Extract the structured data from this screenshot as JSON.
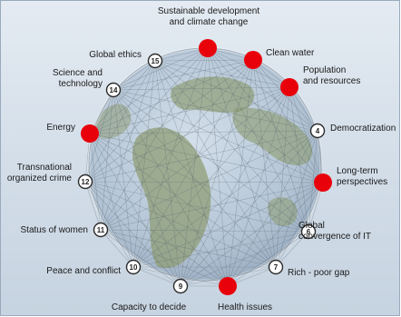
{
  "colors": {
    "background": "#d9e2eb",
    "globe_land": "#8f9e76",
    "globe_ocean": "#b9c9d8",
    "highlight": "#e8000b",
    "badge_fill": "#ffffff",
    "badge_stroke": "#2a2a2a"
  },
  "nodes": [
    {
      "num": "",
      "highlight": true,
      "label": [
        "Sustainable development",
        "and climate change"
      ]
    },
    {
      "num": "",
      "highlight": true,
      "label": [
        "Clean water"
      ]
    },
    {
      "num": "",
      "highlight": true,
      "label": [
        "Population",
        "and resources"
      ]
    },
    {
      "num": "4",
      "highlight": false,
      "label": [
        "Democratization"
      ]
    },
    {
      "num": "",
      "highlight": true,
      "label": [
        "Long-term",
        "perspectives"
      ]
    },
    {
      "num": "6",
      "highlight": false,
      "label": [
        "Global",
        "convergence of IT"
      ]
    },
    {
      "num": "7",
      "highlight": false,
      "label": [
        "Rich - poor gap"
      ]
    },
    {
      "num": "",
      "highlight": true,
      "label": [
        "Health issues"
      ]
    },
    {
      "num": "9",
      "highlight": false,
      "label": [
        "Capacity to decide"
      ]
    },
    {
      "num": "10",
      "highlight": false,
      "label": [
        "Peace and conflict"
      ]
    },
    {
      "num": "11",
      "highlight": false,
      "label": [
        "Status of women"
      ]
    },
    {
      "num": "12",
      "highlight": false,
      "label": [
        "Transnational",
        "organized crime"
      ]
    },
    {
      "num": "",
      "highlight": true,
      "label": [
        "Energy"
      ]
    },
    {
      "num": "14",
      "highlight": false,
      "label": [
        "Science and",
        "technology"
      ]
    },
    {
      "num": "15",
      "highlight": false,
      "label": [
        "Global ethics"
      ]
    }
  ]
}
